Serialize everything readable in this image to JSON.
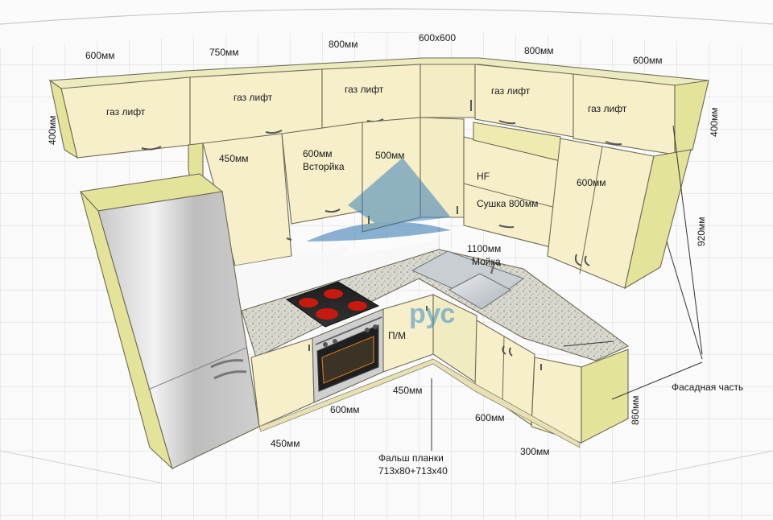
{
  "labels": {
    "w600_top_left": "600мм",
    "w750": "750мм",
    "w800_left": "800мм",
    "w600x600": "600х600",
    "w800_right": "800мм",
    "w600_top_right": "600мм",
    "h400_left": "400мм",
    "h400_right": "400мм",
    "gas_lift_1": "газ лифт",
    "gas_lift_2": "газ лифт",
    "gas_lift_3": "газ лифт",
    "gas_lift_4": "газ лифт",
    "gas_lift_5": "газ лифт",
    "w450_wall": "450мм",
    "w600_vstroika_dim": "600мм",
    "vstroika": "Всторйка",
    "w500_wall": "500мм",
    "hf": "HF",
    "sushka": "Сушка 800мм",
    "w600_column": "600мм",
    "h920": "920мм",
    "w1100": "1100мм",
    "sink": "Мойка",
    "dishwasher": "П/М",
    "w450_corner": "450мм",
    "w600_oven": "600мм",
    "w450_fridge": "450мм",
    "w600_right_base": "600мм",
    "w300": "300мм",
    "h860": "860мм",
    "facade": "Фасадная часть",
    "filler_line1": "Фальш планки",
    "filler_line2": "713х80+713х40",
    "watermark": "рус"
  },
  "colors": {
    "facade": "#f6efc9",
    "side": "#e3e49a",
    "countertop": "#d9d9d2",
    "fridge": "#d6d6d6",
    "grid": "#d2d2d2",
    "watermark": "#3a8fc8"
  }
}
